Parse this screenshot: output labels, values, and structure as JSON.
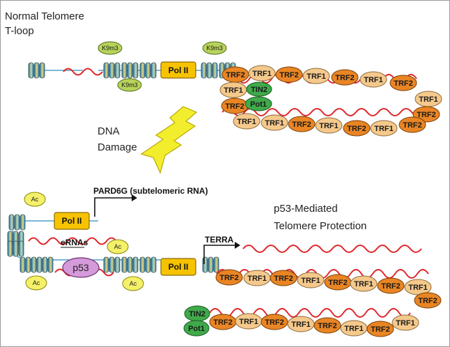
{
  "labels": {
    "title_line1": "Normal Telomere",
    "title_line2": "T-loop",
    "dna_line1": "DNA",
    "dna_line2": "Damage",
    "p53_line1": "p53-Mediated",
    "p53_line2": "Telomere Protection",
    "pard6g": "PARD6G (subtelomeric RNA)",
    "terra": "TERRA",
    "ernas": "eRNAs"
  },
  "factors": {
    "pol2": "Pol II",
    "k9me3": "K9m3",
    "ac": "Ac",
    "p53": "p53",
    "tin2": "TIN2",
    "pot1": "Pot1",
    "trf1": "TRF1",
    "trf2": "TRF2"
  },
  "colors": {
    "trf2": "#e98524",
    "trf1": "#f5c98c",
    "k9": "#b8d35a",
    "ac": "#f4f06a",
    "pol2": "#f7c300",
    "p53": "#d59ad9",
    "tin2": "#3faa4a",
    "rna": "#e0262a",
    "dna_line": "#4f9fc9",
    "lightning": "#f2ee2e"
  },
  "upper_loop": {
    "top_row": [
      "TRF2",
      "TRF1",
      "TRF2",
      "TRF1",
      "TRF2",
      "TRF1",
      "TRF2"
    ],
    "right_side": [
      "TRF1",
      "TRF2"
    ],
    "bottom_row": [
      "TRF1",
      "TRF1",
      "TRF2",
      "TRF1",
      "TRF2",
      "TRF1",
      "TRF2",
      "TRF1"
    ],
    "left_side": [
      "TRF1",
      "TRF2"
    ]
  },
  "lower_telomere": {
    "top_row": [
      "TRF2",
      "TRF1",
      "TRF2",
      "TRF1",
      "TRF2",
      "TRF1",
      "TRF2",
      "TRF1"
    ],
    "right_side": [
      "TRF2"
    ],
    "bottom_row": [
      "TRF2",
      "TRF1",
      "TRF2",
      "TRF1",
      "TRF2",
      "TRF1",
      "TRF2",
      "TRF1"
    ]
  }
}
